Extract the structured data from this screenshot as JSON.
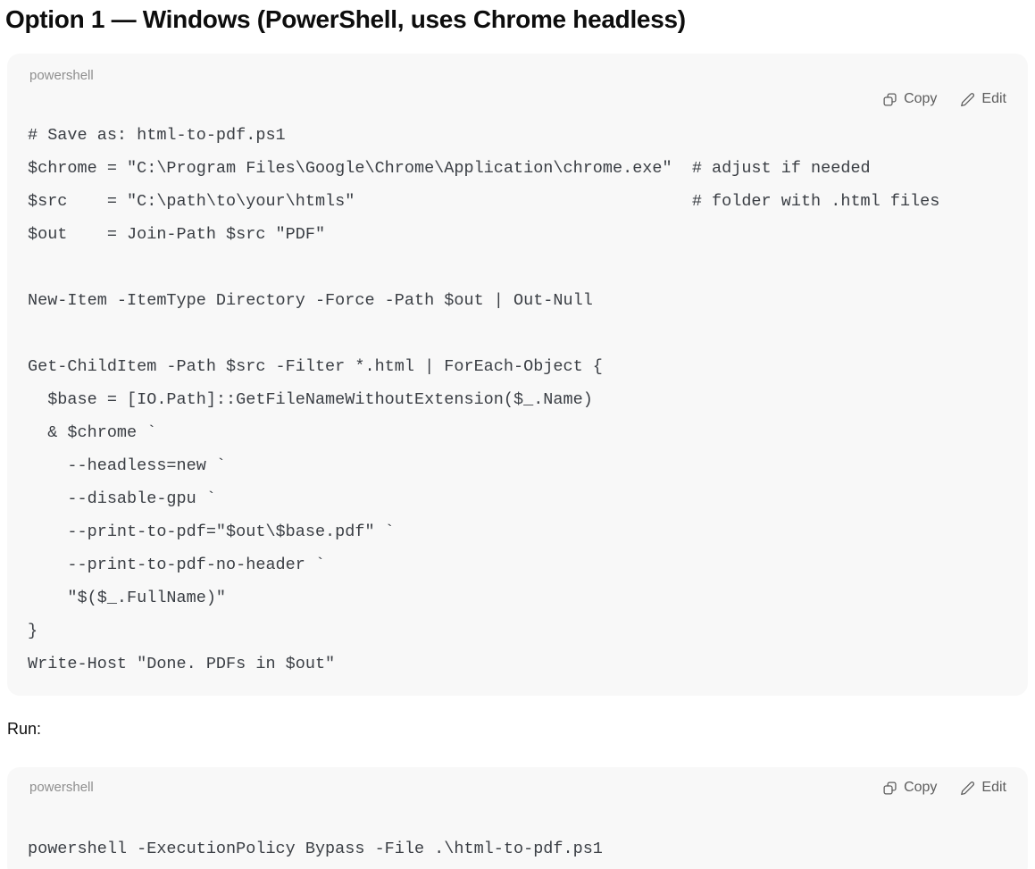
{
  "heading": "Option 1 — Windows (PowerShell, uses Chrome headless)",
  "run_label": "Run:",
  "colors": {
    "code_block_background": "#f8f8f8",
    "code_text": "#3a3e44",
    "language_label_text": "#8f8f8f",
    "toolbar_text": "#5d5d5d",
    "heading_text": "#0d0d0d"
  },
  "icons": {
    "copy": "copy-icon",
    "edit": "edit-icon"
  },
  "code_blocks": [
    {
      "language": "powershell",
      "copy_label": "Copy",
      "edit_label": "Edit",
      "code": "# Save as: html-to-pdf.ps1\n$chrome = \"C:\\Program Files\\Google\\Chrome\\Application\\chrome.exe\"  # adjust if needed\n$src    = \"C:\\path\\to\\your\\htmls\"                                  # folder with .html files\n$out    = Join-Path $src \"PDF\"\n\nNew-Item -ItemType Directory -Force -Path $out | Out-Null\n\nGet-ChildItem -Path $src -Filter *.html | ForEach-Object {\n  $base = [IO.Path]::GetFileNameWithoutExtension($_.Name)\n  & $chrome `\n    --headless=new `\n    --disable-gpu `\n    --print-to-pdf=\"$out\\$base.pdf\" `\n    --print-to-pdf-no-header `\n    \"$($_.FullName)\"\n}\nWrite-Host \"Done. PDFs in $out\""
    },
    {
      "language": "powershell",
      "copy_label": "Copy",
      "edit_label": "Edit",
      "code": "powershell -ExecutionPolicy Bypass -File .\\html-to-pdf.ps1"
    }
  ]
}
